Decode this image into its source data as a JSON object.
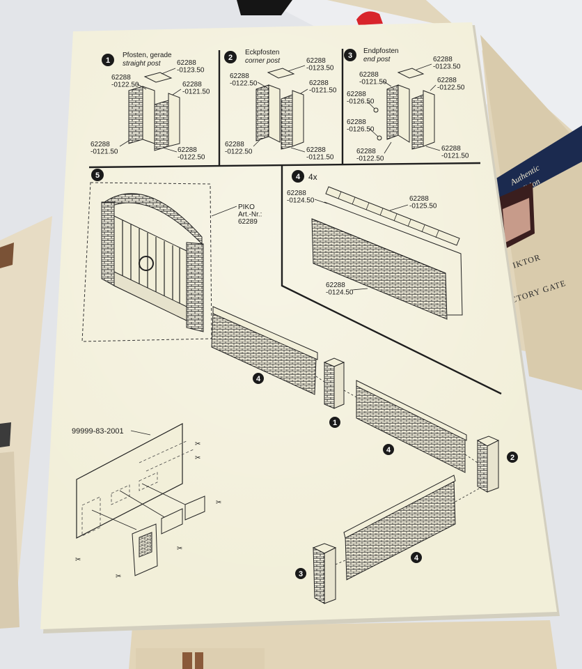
{
  "steps": {
    "s1": {
      "num": "1",
      "title_de": "Pfosten, gerade",
      "title_en": "straight post",
      "parts": [
        "62288\n-0123.50",
        "62288\n-0122.50",
        "62288\n-0121.50",
        "62288\n-0121.50",
        "62288\n-0122.50"
      ]
    },
    "s2": {
      "num": "2",
      "title_de": "Eckpfosten",
      "title_en": "corner post",
      "parts": [
        "62288\n-0123.50",
        "62288\n-0122.50",
        "62288\n-0121.50",
        "62288\n-0122.50",
        "62288\n-0121.50"
      ]
    },
    "s3": {
      "num": "3",
      "title_de": "Endpfosten",
      "title_en": "end post",
      "parts": [
        "62288\n-0123.50",
        "62288\n-0121.50",
        "62288\n-0122.50",
        "62288\n-0126.50",
        "62288\n-0126.50",
        "62288\n-0122.50",
        "62288\n-0121.50"
      ]
    },
    "s4": {
      "num": "4",
      "qty": "4x",
      "parts": [
        "62288\n-0124.50",
        "62288\n-0125.50",
        "62288\n-0124.50"
      ]
    },
    "s5": {
      "num": "5",
      "gate_label": "PIKO\nArt.-Nr.:\n62289"
    }
  },
  "assembly_badges": [
    "4",
    "1",
    "4",
    "2",
    "4",
    "3"
  ],
  "sheet_number": "99999-83-2001",
  "box_text": {
    "authentic": "Authentic",
    "edition": "Edition",
    "name": "IKTOR",
    "gate": "CTORY GATE"
  }
}
